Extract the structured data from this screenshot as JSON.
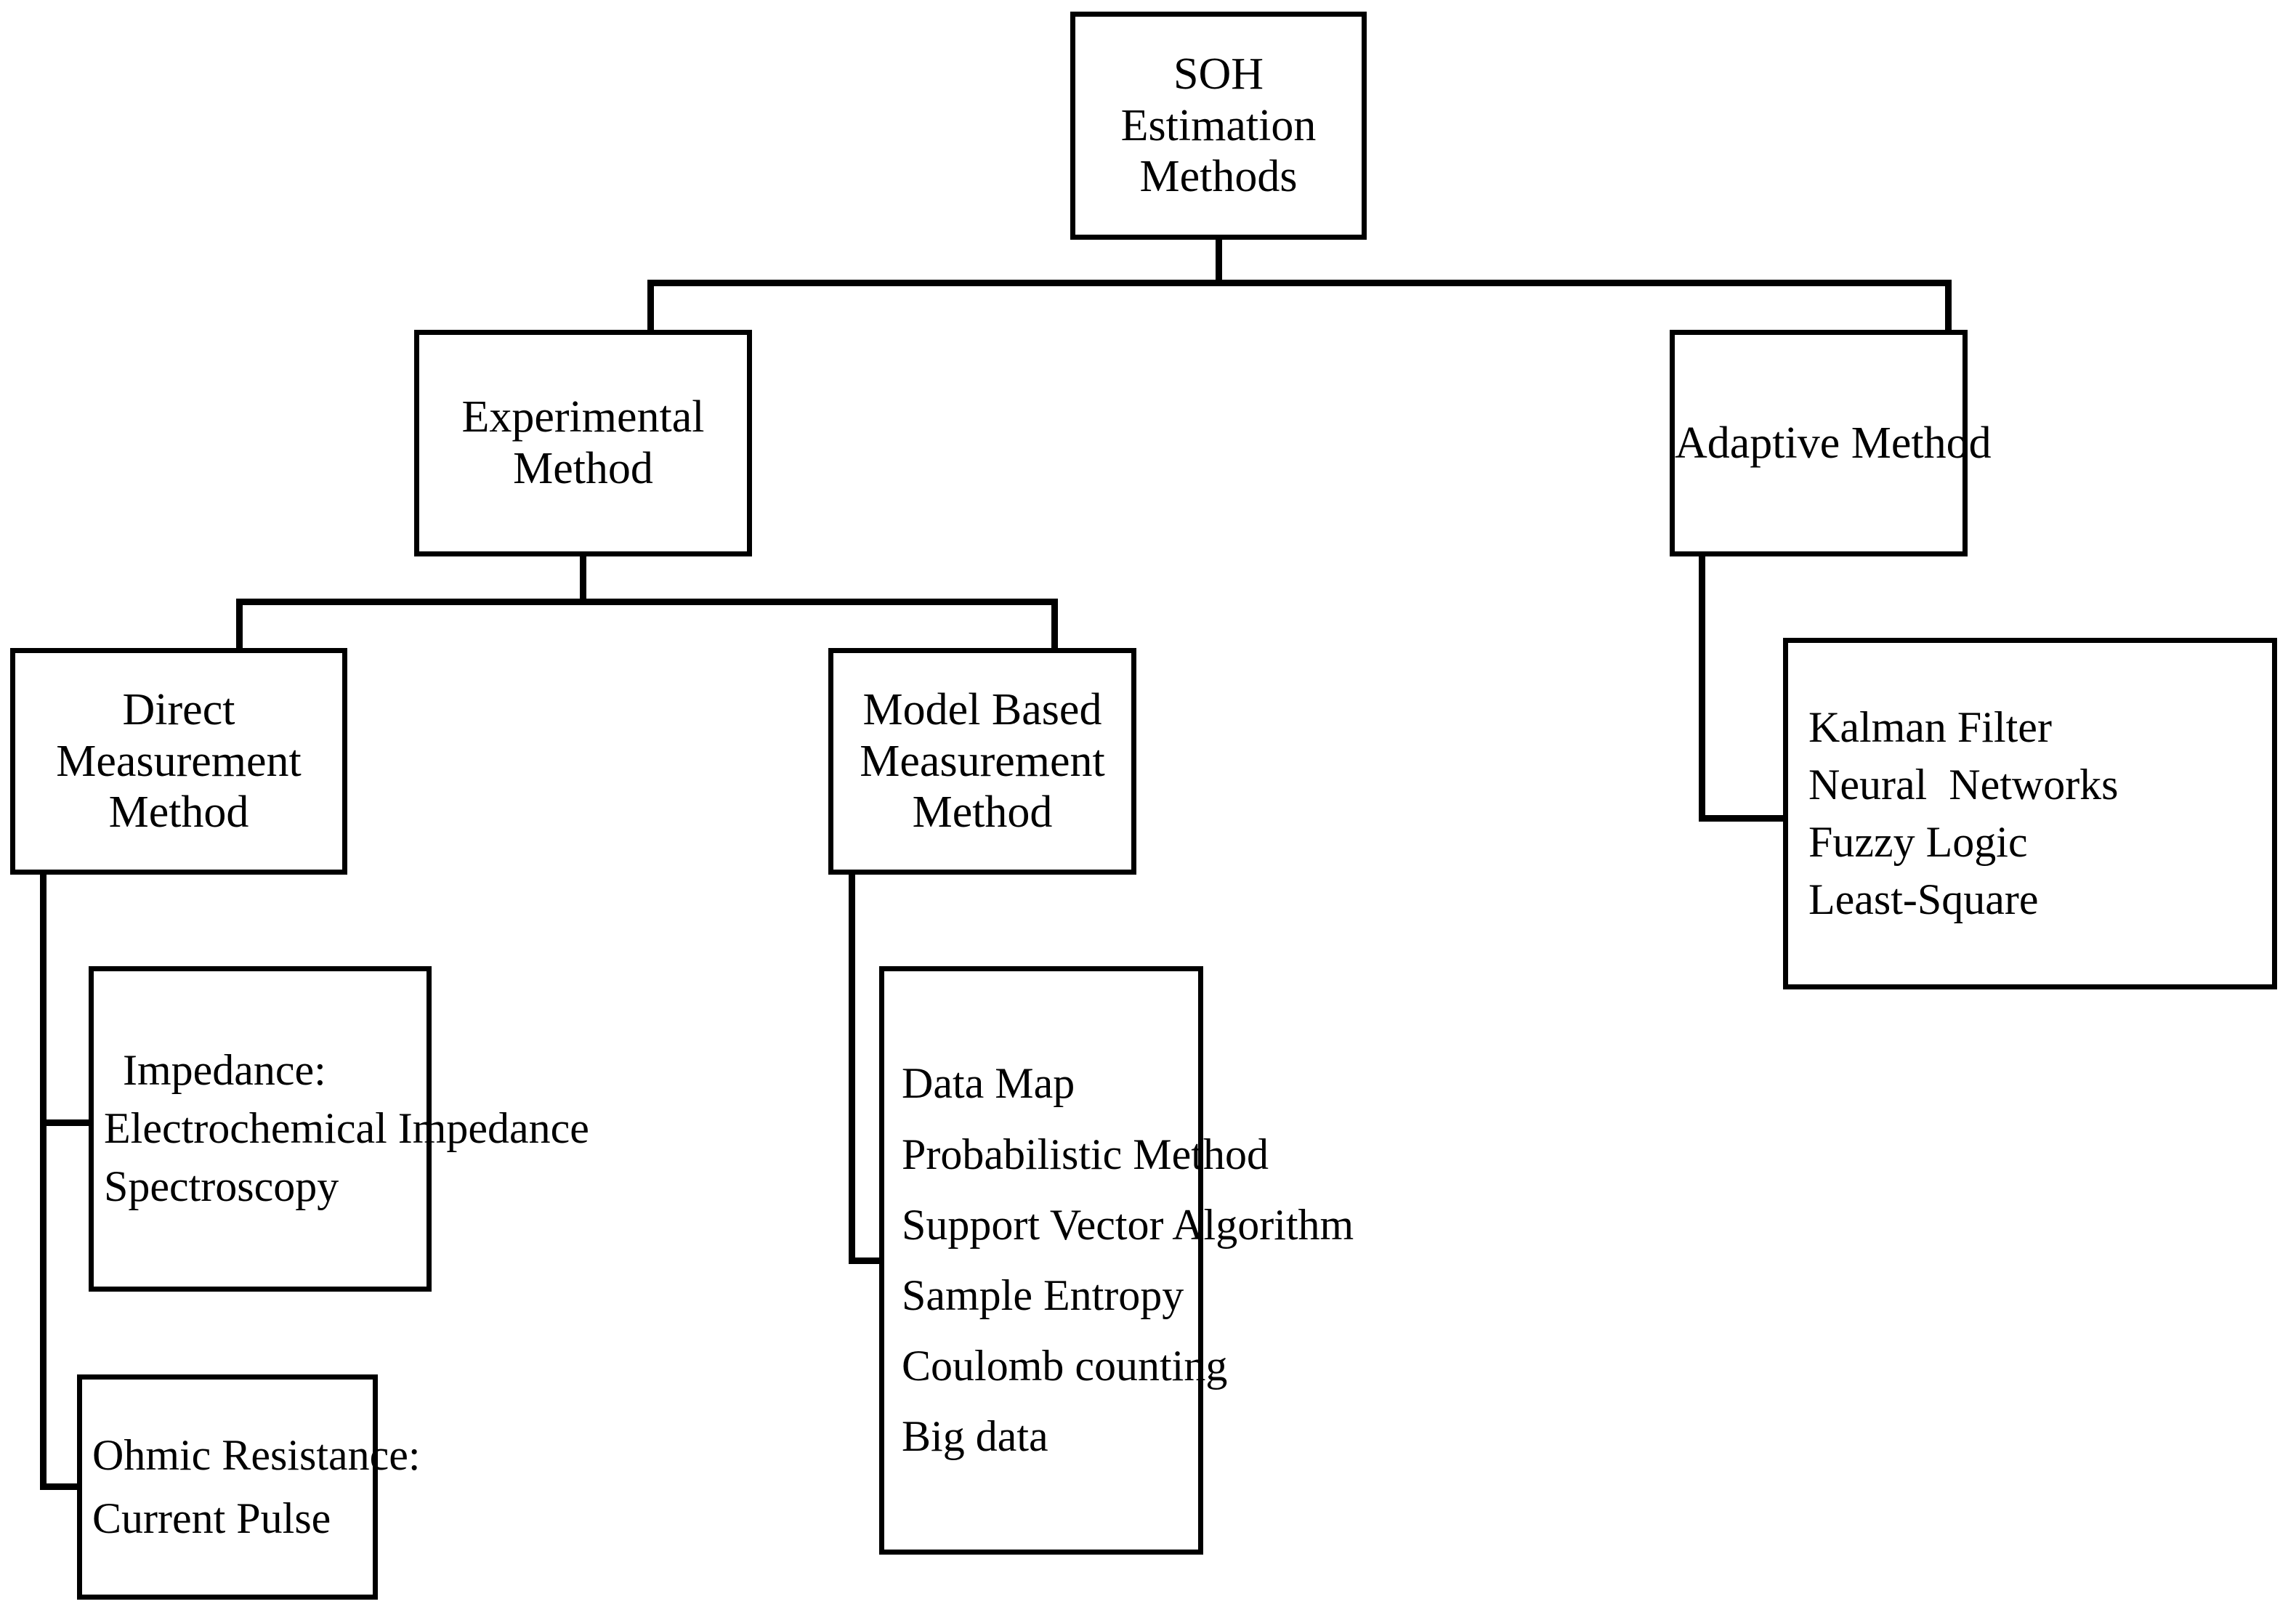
{
  "diagram": {
    "title_node": {
      "id": "root",
      "label": "SOH\nEstimation\nMethods"
    },
    "level1": [
      {
        "id": "experimental",
        "label": "Experimental\nMethod"
      },
      {
        "id": "adaptive",
        "label": "Adaptive Method"
      }
    ],
    "level2": [
      {
        "id": "direct",
        "label": "Direct\nMeasurement\nMethod"
      },
      {
        "id": "model_based",
        "label": "Model Based\nMeasurement\nMethod"
      }
    ],
    "leaves": {
      "impedance": {
        "lines": [
          "Impedance:",
          "Electrochemical Impedance",
          "Spectroscopy"
        ]
      },
      "ohmic": {
        "lines": [
          "Ohmic Resistance:",
          "Current Pulse"
        ]
      },
      "model_based_items": {
        "lines": [
          "Data Map",
          "Probabilistic Method",
          "Support Vector Algorithm",
          "Sample Entropy",
          "Coulomb counting",
          "Big data"
        ]
      },
      "adaptive_items": {
        "lines": [
          "Kalman Filter",
          "Neural  Networks",
          "Fuzzy Logic",
          "Least-Square"
        ]
      }
    },
    "style": {
      "line_color": "#000000",
      "box_fill": "#ffffff",
      "page_background": "#ffffff"
    }
  }
}
